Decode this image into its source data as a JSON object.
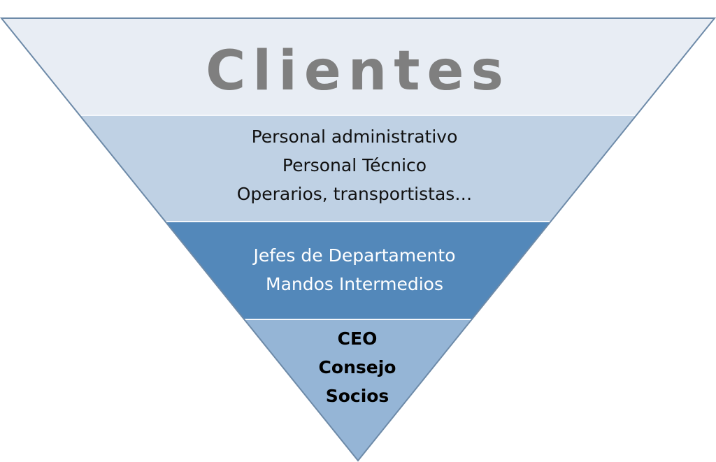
{
  "diagram": {
    "type": "inverted-pyramid",
    "levels": [
      {
        "lines": [
          "Clientes"
        ],
        "color": "#e8edf4"
      },
      {
        "lines": [
          "Personal administrativo",
          "Personal Técnico",
          "Operarios, transportistas…"
        ],
        "color": "#bfd1e4"
      },
      {
        "lines": [
          "Jefes de Departamento",
          "Mandos Intermedios"
        ],
        "color": "#5388ba"
      },
      {
        "lines": [
          "CEO",
          "Consejo",
          "Socios"
        ],
        "color": "#95b5d6"
      }
    ],
    "border_color": "#6d8aa8"
  }
}
